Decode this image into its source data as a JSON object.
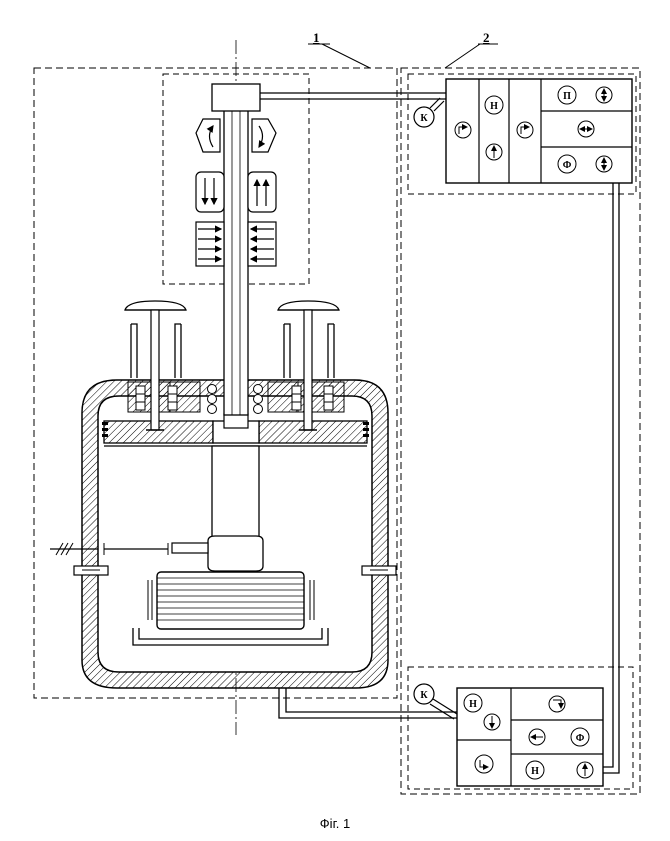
{
  "caption": "Фіг. 1",
  "labels": {
    "ref1": "1",
    "ref2": "2"
  },
  "symbols": {
    "k": "К",
    "n": "Н",
    "p": "П",
    "f": "Ф"
  }
}
